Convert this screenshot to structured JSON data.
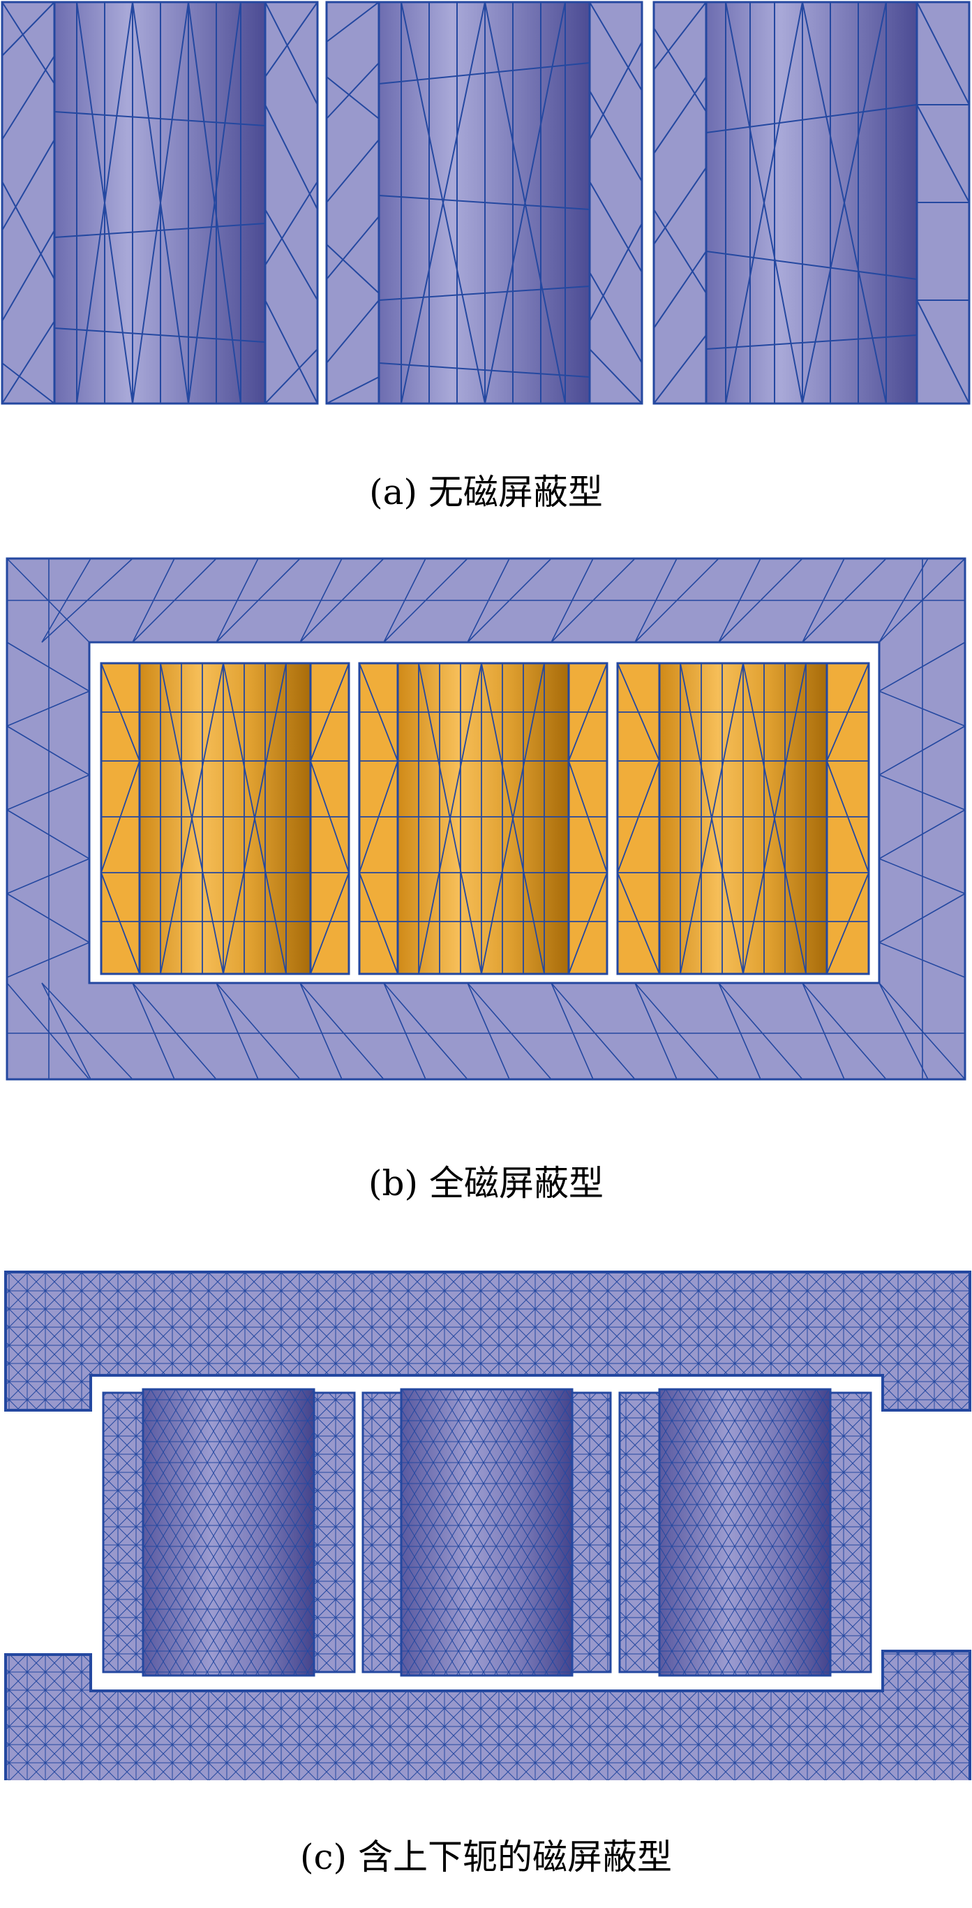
{
  "figure": {
    "panel_a": {
      "caption": "(a) 无磁屏蔽型",
      "variant": "no-magnetic-shield"
    },
    "panel_b": {
      "caption": "(b) 全磁屏蔽型",
      "variant": "full-magnetic-shield"
    },
    "panel_c": {
      "caption": "(c) 含上下轭的磁屏蔽型",
      "variant": "shield-with-upper-lower-yokes"
    }
  },
  "colors": {
    "mesh_fill": "#9999cc",
    "mesh_edge": "#2448a0",
    "cylinder_fill": "#8c8cc4",
    "cylinder_dark": "#5a5aa0",
    "coil_fill": "#f0ad3a",
    "coil_dark": "#b8780e",
    "background": "#ffffff"
  }
}
